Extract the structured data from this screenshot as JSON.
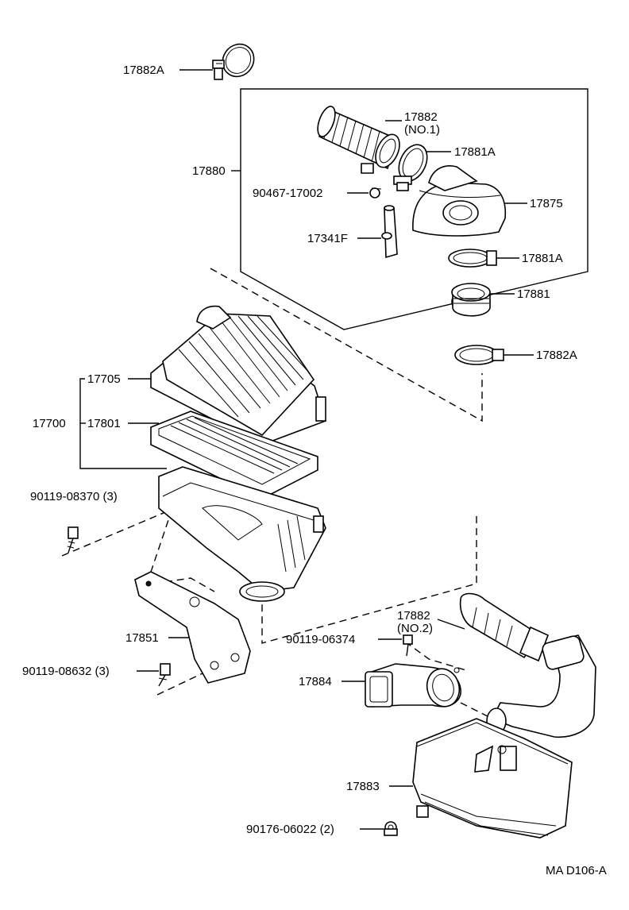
{
  "diagram_code": "MA D106-A",
  "labels": {
    "p17882A_top": "17882A",
    "p17880": "17880",
    "p17882_no1_num": "17882",
    "p17882_no1_sub": "(NO.1)",
    "p17881A_1": "17881A",
    "p90467": "90467-17002",
    "p17875": "17875",
    "p17341F": "17341F",
    "p17881A_2": "17881A",
    "p17881": "17881",
    "p17882A_mid": "17882A",
    "p17705": "17705",
    "p17700": "17700",
    "p17801": "17801",
    "p90119_08370": "90119-08370 (3)",
    "p17851": "17851",
    "p90119_08632": "90119-08632 (3)",
    "p17882_no2_num": "17882",
    "p17882_no2_sub": "(NO.2)",
    "p90119_06374": "90119-06374",
    "p17884": "17884",
    "p17883": "17883",
    "p90176": "90176-06022 (2)"
  }
}
